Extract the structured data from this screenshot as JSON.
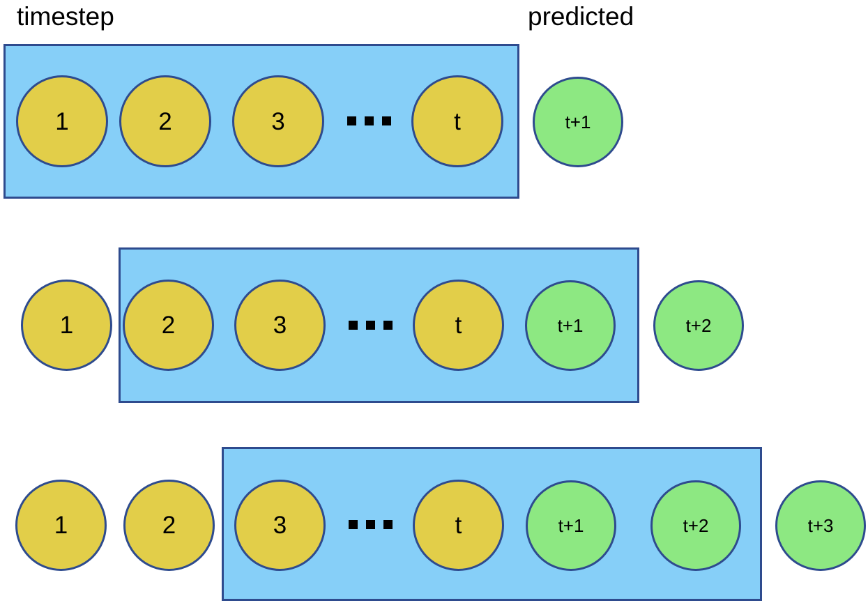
{
  "colors": {
    "node_past": "#E2CE49",
    "node_predicted": "#8DE882",
    "window_fill": "#86CFF8",
    "stroke": "#2E4B8E",
    "text": "#000000",
    "background": "#FFFFFF"
  },
  "headers": {
    "timestep": "timestep",
    "predicted": "predicted"
  },
  "ellipsis": "...",
  "rows": [
    {
      "index": 1,
      "window_label": "input-window-row-1",
      "nodes_outside_before": [],
      "nodes_inside": [
        {
          "label": "1",
          "kind": "past"
        },
        {
          "label": "2",
          "kind": "past"
        },
        {
          "label": "3",
          "kind": "past"
        },
        {
          "label": "...",
          "kind": "ellipsis"
        },
        {
          "label": "t",
          "kind": "past"
        }
      ],
      "nodes_outside_after": [
        {
          "label": "t+1",
          "kind": "predicted"
        }
      ]
    },
    {
      "index": 2,
      "window_label": "input-window-row-2",
      "nodes_outside_before": [
        {
          "label": "1",
          "kind": "past"
        }
      ],
      "nodes_inside": [
        {
          "label": "2",
          "kind": "past"
        },
        {
          "label": "3",
          "kind": "past"
        },
        {
          "label": "...",
          "kind": "ellipsis"
        },
        {
          "label": "t",
          "kind": "past"
        },
        {
          "label": "t+1",
          "kind": "predicted"
        }
      ],
      "nodes_outside_after": [
        {
          "label": "t+2",
          "kind": "predicted"
        }
      ]
    },
    {
      "index": 3,
      "window_label": "input-window-row-3",
      "nodes_outside_before": [
        {
          "label": "1",
          "kind": "past"
        },
        {
          "label": "2",
          "kind": "past"
        }
      ],
      "nodes_inside": [
        {
          "label": "3",
          "kind": "past"
        },
        {
          "label": "...",
          "kind": "ellipsis"
        },
        {
          "label": "t",
          "kind": "past"
        },
        {
          "label": "t+1",
          "kind": "predicted"
        },
        {
          "label": "t+2",
          "kind": "predicted"
        }
      ],
      "nodes_outside_after": [
        {
          "label": "t+3",
          "kind": "predicted"
        }
      ]
    }
  ]
}
